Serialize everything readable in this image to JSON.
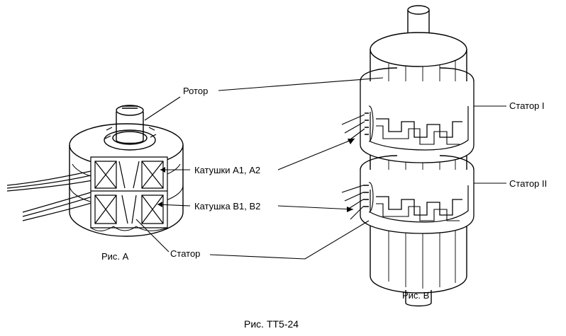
{
  "labels": {
    "rotor": "Ротор",
    "coils_a": "Катушки А1, А2",
    "coils_b": "Катушка В1, В2",
    "stator": "Статор",
    "stator_1": "Статор I",
    "stator_2": "Статор II"
  },
  "captions": {
    "fig_a": "Рис. А",
    "fig_b": "Рис. В",
    "main": "Рис. ТТ5-24"
  }
}
